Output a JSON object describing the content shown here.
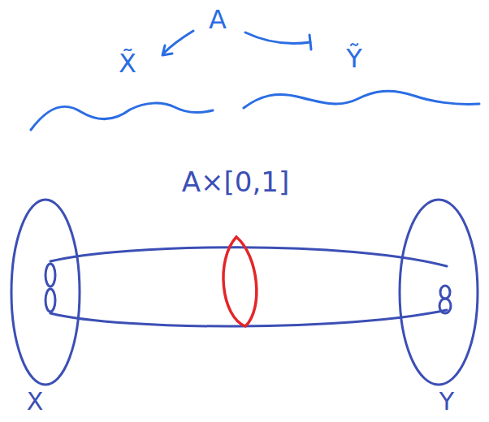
{
  "diagram": {
    "nodes": [
      {
        "text": [
          "X"
        ]
      },
      {
        "text": [
          "Y"
        ]
      }
    ],
    "labels": [
      "A",
      "X̃",
      "Ỹ",
      "A×[0,1]"
    ]
  }
}
